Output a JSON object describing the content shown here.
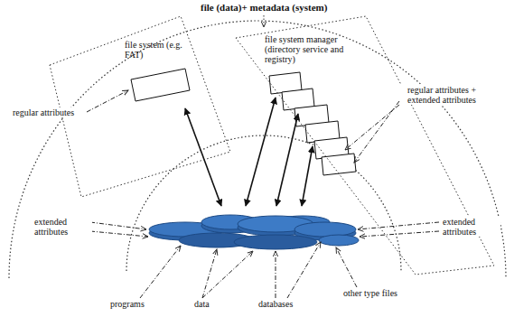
{
  "diagram": {
    "title": "file (data)+ metadata (system)",
    "nodes": [
      {
        "text": [
          "file system (e.g. FAT)"
        ]
      },
      {
        "text": [
          "file system manager (directory service and registry)"
        ]
      }
    ],
    "labels": [
      "regular attributes",
      "regular attributes + extended attributes",
      "extended attributes",
      "extended attributes",
      "programs",
      "data",
      "databases",
      "other type files"
    ]
  }
}
